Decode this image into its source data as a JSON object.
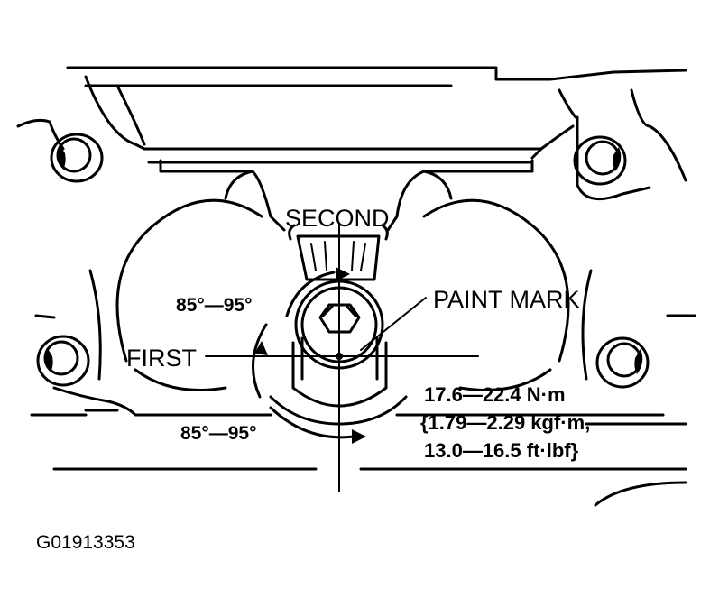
{
  "labels": {
    "second": "SECOND",
    "first": "FIRST",
    "paint_mark": "PAINT MARK",
    "angle_upper": "85°—95°",
    "angle_lower": "85°—95°",
    "torque_line1": "17.6—22.4 N·m",
    "torque_line2": "{1.79—2.29 kgf·m,",
    "torque_line3": "13.0—16.5 ft·lbf}"
  },
  "figure_code": "G01913353",
  "colors": {
    "ink": "#000000",
    "paper": "#ffffff"
  }
}
